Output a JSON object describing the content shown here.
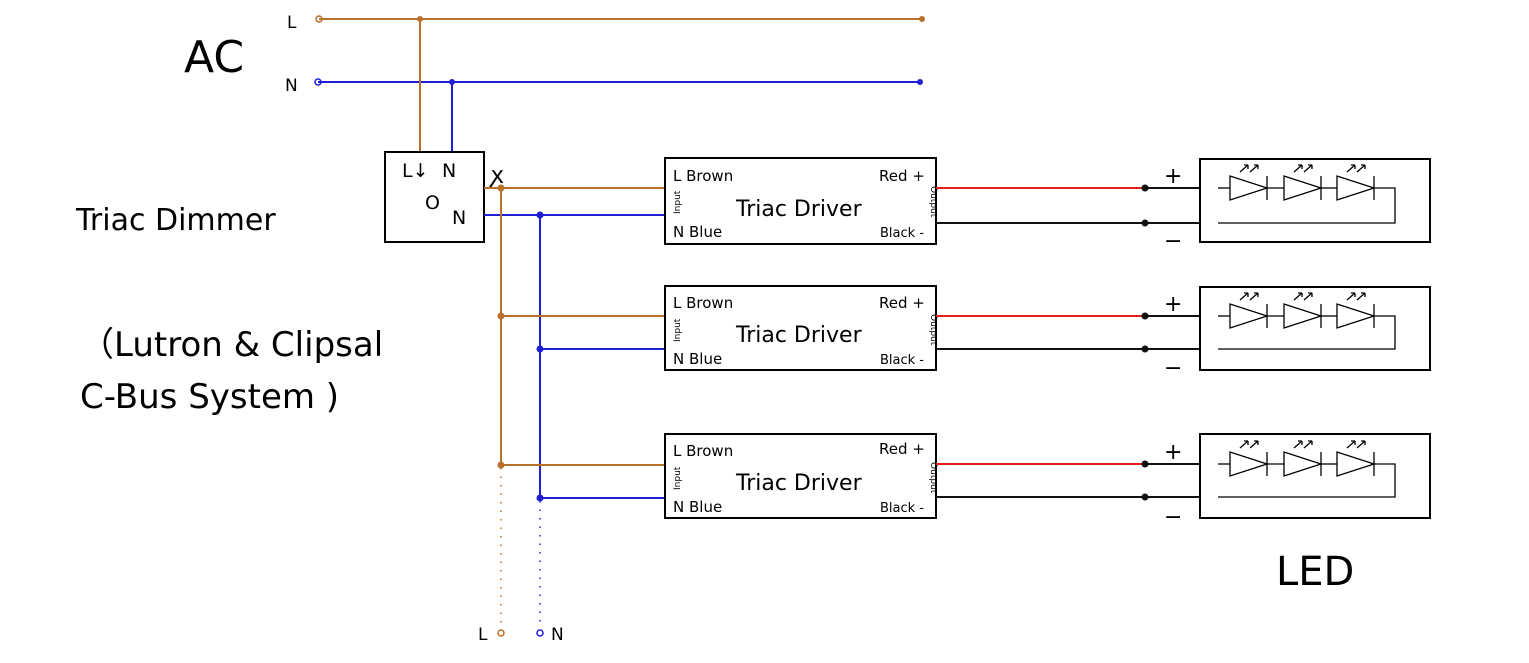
{
  "labels": {
    "ac": "AC",
    "l": "L",
    "n": "N",
    "triac_dimmer": "Triac Dimmer",
    "system_line1": "（Lutron & Clipsal",
    "system_line2": "C-Bus System )",
    "led": "LED",
    "dimmer_l": "L↓",
    "dimmer_n": "N",
    "dimmer_o": "O",
    "dimmer_out_n": "N",
    "dimmer_symbol": "ꭗ",
    "bottom_l": "L",
    "bottom_n": "N"
  },
  "drivers": [
    {
      "title": "Triac Driver",
      "in_l": "L Brown",
      "in_n": "N Blue",
      "out_pos": "Red +",
      "out_neg": "Black -",
      "input_tag": "Input",
      "output_tag": "Output",
      "plus": "+",
      "minus": "−"
    },
    {
      "title": "Triac Driver",
      "in_l": "L Brown",
      "in_n": "N Blue",
      "out_pos": "Red +",
      "out_neg": "Black -",
      "input_tag": "Input",
      "output_tag": "Output",
      "plus": "+",
      "minus": "−"
    },
    {
      "title": "Triac Driver",
      "in_l": "L Brown",
      "in_n": "N Blue",
      "out_pos": "Red +",
      "out_neg": "Black -",
      "input_tag": "Input",
      "output_tag": "Output",
      "plus": "+",
      "minus": "−"
    }
  ],
  "colors": {
    "live": "#b8702a",
    "neutral": "#1f1fd6",
    "positive": "#e02020",
    "negative": "#111111"
  }
}
